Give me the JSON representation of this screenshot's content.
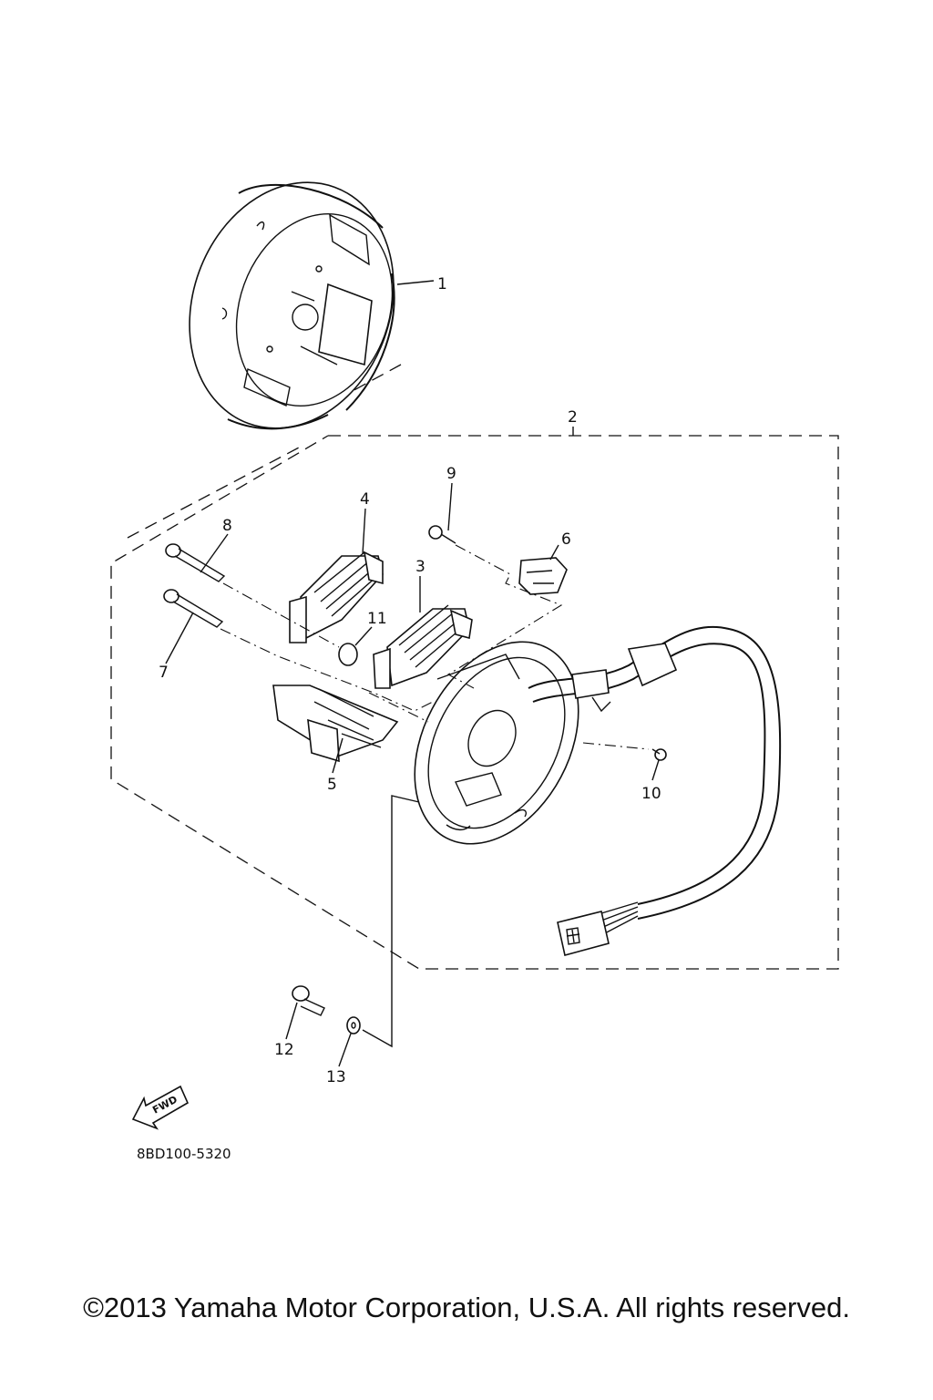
{
  "diagram": {
    "callouts": [
      "1",
      "2",
      "3",
      "4",
      "5",
      "6",
      "7",
      "8",
      "9",
      "10",
      "11",
      "12",
      "13"
    ],
    "fwd_label": "FWD",
    "code": "8BD100-5320",
    "copyright": "©2013 Yamaha Motor Corporation, U.S.A. All rights reserved."
  }
}
